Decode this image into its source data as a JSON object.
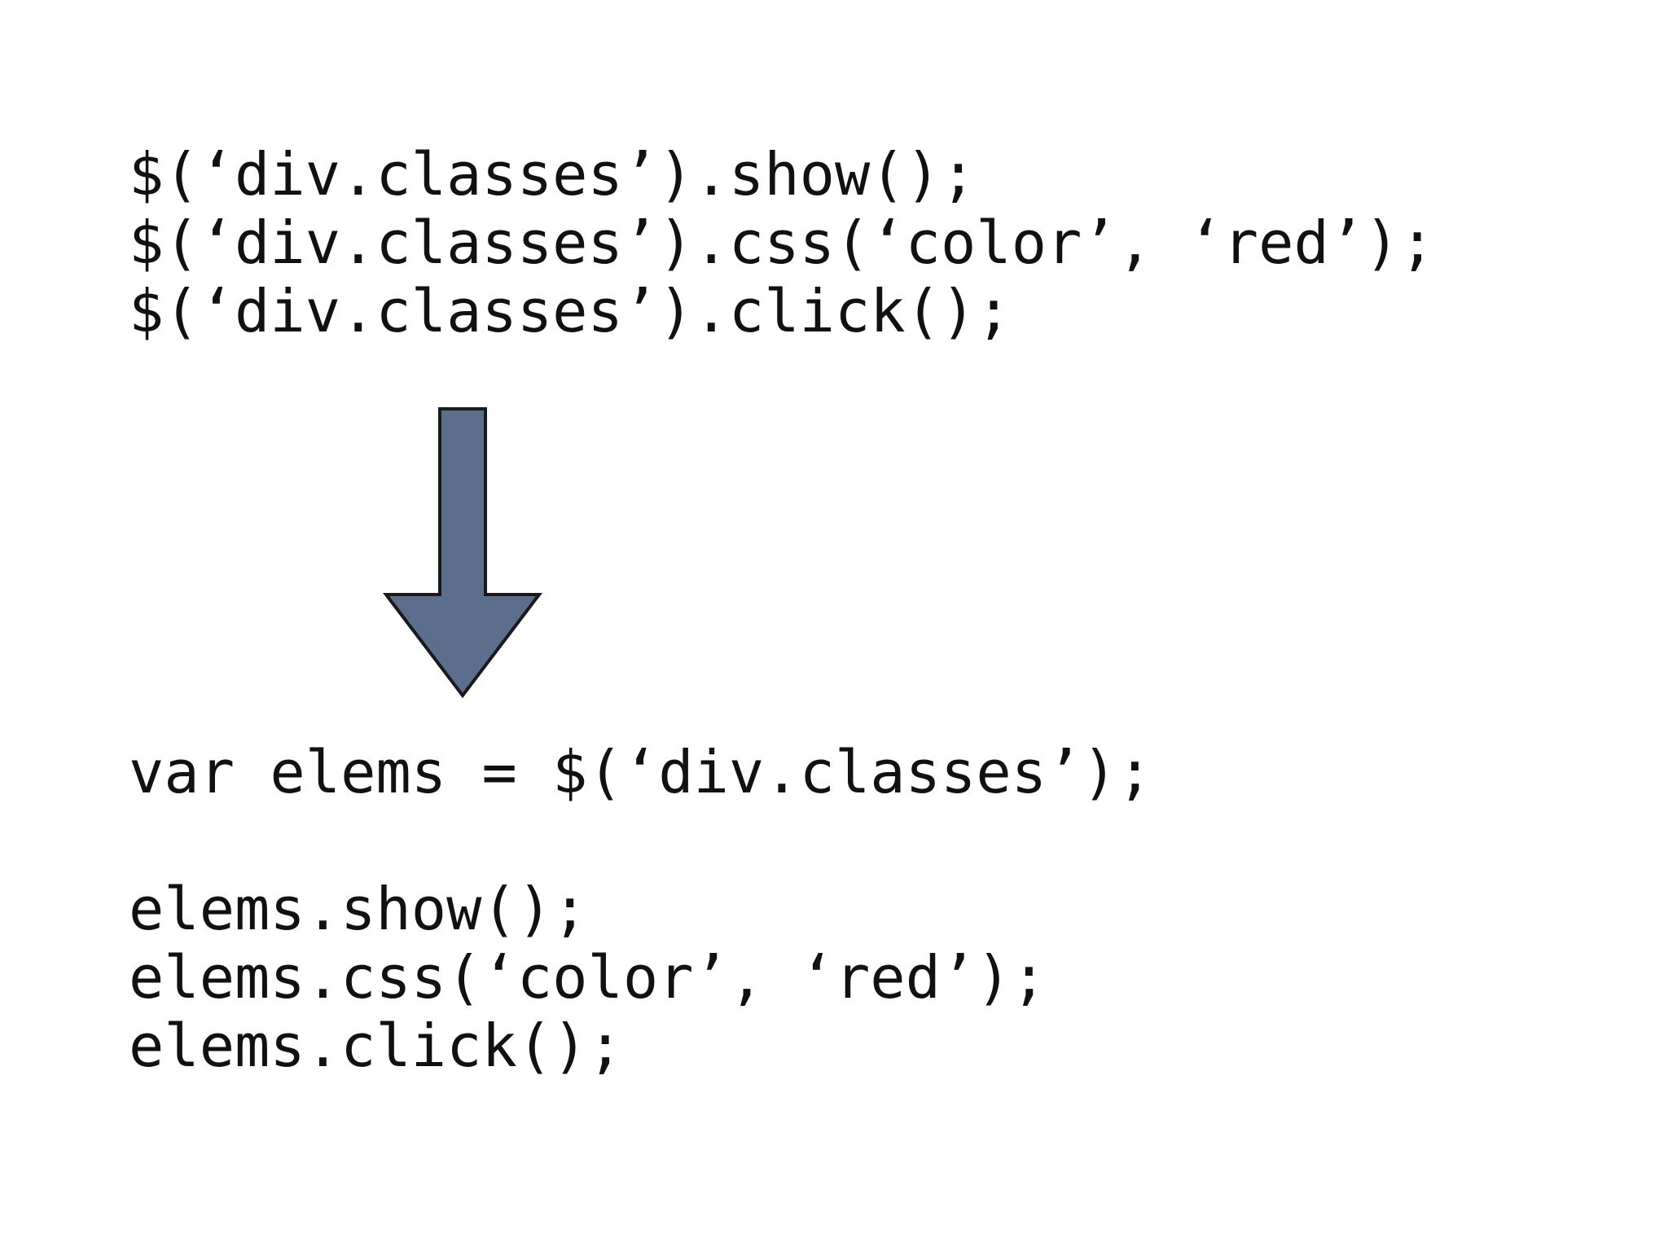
{
  "before_block": {
    "lines": [
      "$(‘div.classes’).show();",
      "$(‘div.classes’).css(‘color’, ‘red’);",
      "$(‘div.classes’).click();"
    ]
  },
  "after_block": {
    "declaration": "var elems = $(‘div.classes’);",
    "lines": [
      "elems.show();",
      "elems.css(‘color’, ‘red’);",
      "elems.click();"
    ]
  },
  "arrow": {
    "icon": "down-arrow-icon",
    "fill_color": "#5b6f8c",
    "stroke_color": "#1a1a1a"
  }
}
